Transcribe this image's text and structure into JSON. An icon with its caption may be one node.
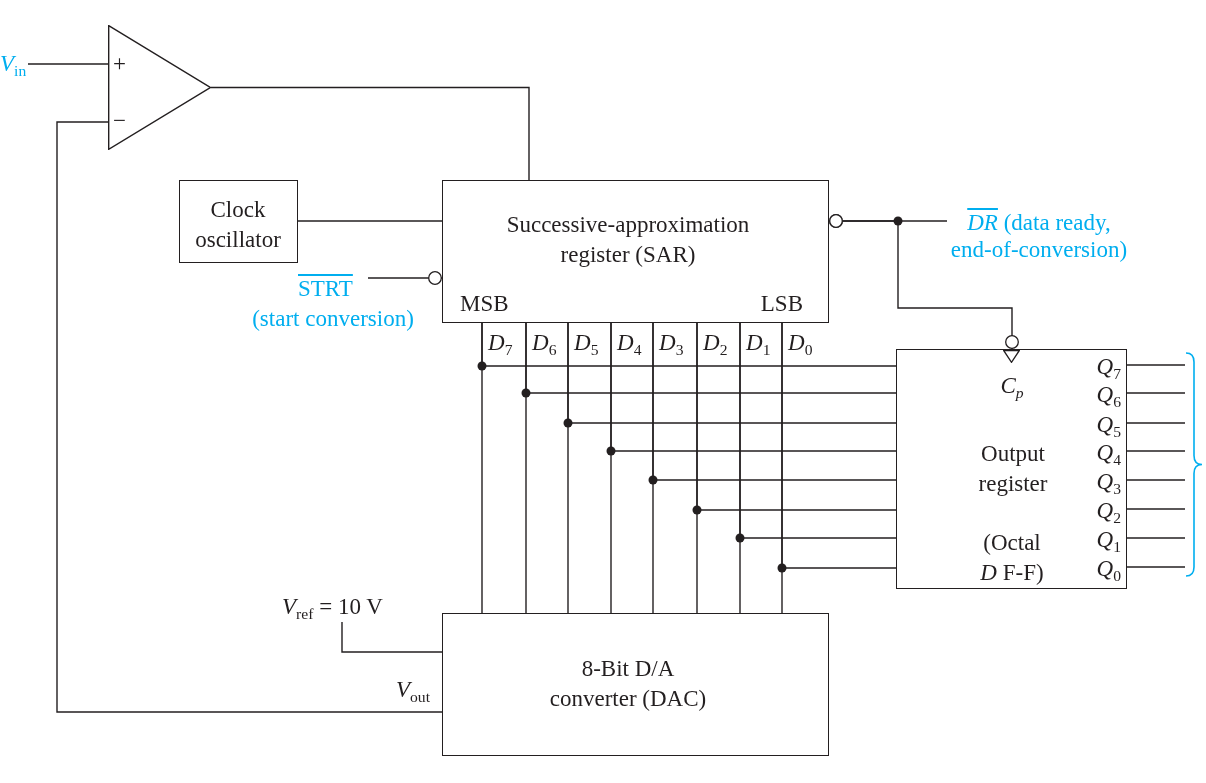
{
  "diagram": {
    "nodes": [
      {
        "text": [
          "+",
          "−"
        ]
      },
      {
        "text": [
          "*V*$_{in}$"
        ]
      },
      {
        "text": [
          "Clock oscillator"
        ]
      },
      {
        "text": [
          "Successive-approximation register (SAR)",
          "MSB",
          "LSB"
        ]
      },
      {
        "text": [
          "STRT"
        ],
        "beside": [
          "(start conversion)"
        ]
      },
      {
        "text": [
          "*DR* (data ready, end-of-conversion)"
        ]
      },
      {
        "text": [
          "*C*$_{p}$",
          "Output register",
          "(Octal *D* F-F)",
          "*Q*$_{7}$",
          "*Q*$_{6}$",
          "*Q*$_{5}$",
          "*Q*$_{4}$",
          "*Q*$_{3}$",
          "*Q*$_{2}$",
          "*Q*$_{1}$",
          "*Q*$_{0}$"
        ]
      },
      {
        "text": [
          "8-Bit D/A converter (DAC)"
        ],
        "beside": [
          "*V*$_{out}$"
        ]
      },
      {
        "text": [
          "*V*$_{ref}$ = 10 V"
        ]
      },
      {
        "text": [],
        "shape": "brace"
      }
    ],
    "edges": [
      {
        "from": 1,
        "to": 0,
        "arrow": "none"
      },
      {
        "from": 7,
        "to": 0,
        "arrow": "none"
      },
      {
        "from": 0,
        "to": 3,
        "arrow": "none"
      },
      {
        "from": 2,
        "to": 3,
        "arrow": "none"
      },
      {
        "from": 4,
        "to": 3,
        "arrow": "other"
      },
      {
        "from": 3,
        "to": 5,
        "arrow": "other"
      },
      {
        "from": 3,
        "to": 6,
        "arrow": "other"
      },
      {
        "from": 3,
        "to": 7,
        "arrow": "none"
      },
      {
        "from": 3,
        "to": 7,
        "arrow": "none"
      },
      {
        "from": 3,
        "to": 7,
        "arrow": "none"
      },
      {
        "from": 3,
        "to": 7,
        "arrow": "none"
      },
      {
        "from": 3,
        "to": 7,
        "arrow": "none"
      },
      {
        "from": 3,
        "to": 7,
        "arrow": "none"
      },
      {
        "from": 3,
        "to": 7,
        "arrow": "none"
      },
      {
        "from": 3,
        "to": 7,
        "arrow": "none"
      },
      {
        "from": 3,
        "to": 6,
        "arrow": "none"
      },
      {
        "from": 3,
        "to": 6,
        "arrow": "none"
      },
      {
        "from": 3,
        "to": 6,
        "arrow": "none"
      },
      {
        "from": 3,
        "to": 6,
        "arrow": "none"
      },
      {
        "from": 3,
        "to": 6,
        "arrow": "none"
      },
      {
        "from": 3,
        "to": 6,
        "arrow": "none"
      },
      {
        "from": 3,
        "to": 6,
        "arrow": "none"
      },
      {
        "from": 3,
        "to": 6,
        "arrow": "none"
      },
      {
        "from": 8,
        "to": 7,
        "arrow": "none"
      },
      {
        "from": 6,
        "to": 9,
        "arrow": "none"
      },
      {
        "from": 6,
        "to": 9,
        "arrow": "none"
      },
      {
        "from": 6,
        "to": 9,
        "arrow": "none"
      },
      {
        "from": 6,
        "to": 9,
        "arrow": "none"
      },
      {
        "from": 6,
        "to": 9,
        "arrow": "none"
      },
      {
        "from": 6,
        "to": 9,
        "arrow": "none"
      },
      {
        "from": 6,
        "to": 9,
        "arrow": "none"
      },
      {
        "from": 6,
        "to": 9,
        "arrow": "none"
      }
    ],
    "labels": [
      "*D*$_{7}$",
      "*D*$_{6}$",
      "*D*$_{5}$",
      "*D*$_{4}$",
      "*D*$_{3}$",
      "*D*$_{2}$",
      "*D*$_{1}$",
      "*D*$_{0}$"
    ]
  }
}
